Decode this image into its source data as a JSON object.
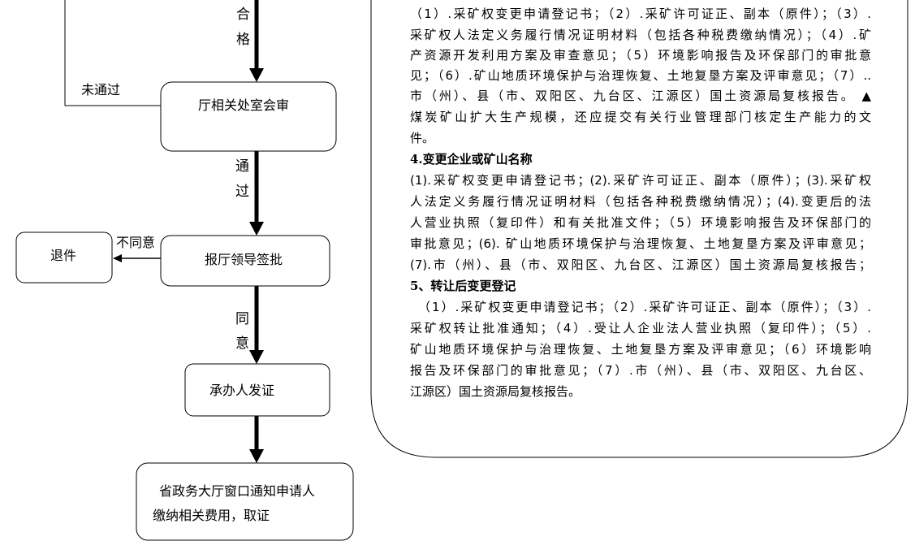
{
  "flowchart": {
    "pass_label_1": "合",
    "pass_label_2": "格",
    "rejected_label": "未通过",
    "review_box": "厅相关处室会审",
    "approved_label_1": "通",
    "approved_label_2": "过",
    "leader_box": "报厅领导签批",
    "disagree_label": "不同意",
    "return_box": "退件",
    "agree_label_1": "同",
    "agree_label_2": "意",
    "issue_box": "承办人发证",
    "final_box_line1": "省政务大厅窗口通知申请人",
    "final_box_line2": "缴纳相关费用，取证"
  },
  "document": {
    "lines": [
      "（1）.采矿权变更申请登记书；（2）.采矿许可证正、副本（原件）；（3）.",
      "采矿权人法定义务履行情况证明材料（包括各种税费缴纳情况）；（4）.矿",
      "产资源开发利用方案及审查意见；（5）环境影响报告及环保部门的审批意",
      "见；（6）.矿山地质环境保护与治理恢复、土地复垦方案及评审意见；（7）..",
      "市（州）、县（市、双阳区、九台区、江源区）国土资源局复核报告。 ▲",
      "煤炭矿山扩大生产规模，还应提交有关行业管理部门核定生产能力的文",
      "件。",
      "4.变更企业或矿山名称",
      "(1).采矿权变更申请登记书；(2).采矿许可证正、副本（原件）；(3).采矿权",
      "人法定义务履行情况证明材料（包括各种税费缴纳情况）；(4).变更后的法",
      "人营业执照（复印件）和有关批准文件；（5）环境影响报告及环保部门的",
      "审批意见；(6). 矿山地质环境保护与治理恢复、土地复垦方案及评审意见；",
      "(7).市（州）、县（市、双阳区、九台区、江源区）国土资源局复核报告；",
      "5、转让后变更登记",
      "（1）.采矿权变更申请登记书；（2）.采矿许可证正、副本（原件）；（3）.",
      "采矿权转让批准通知；（4）.受让人企业法人营业执照（复印件）；（5）.",
      "矿山地质环境保护与治理恢复、土地复垦方案及评审意见；（6）环境影响",
      "报告及环保部门的审批意见；（7）.市（州）、县（市、双阳区、九台区、",
      "江源区）国土资源局复核报告。"
    ]
  }
}
